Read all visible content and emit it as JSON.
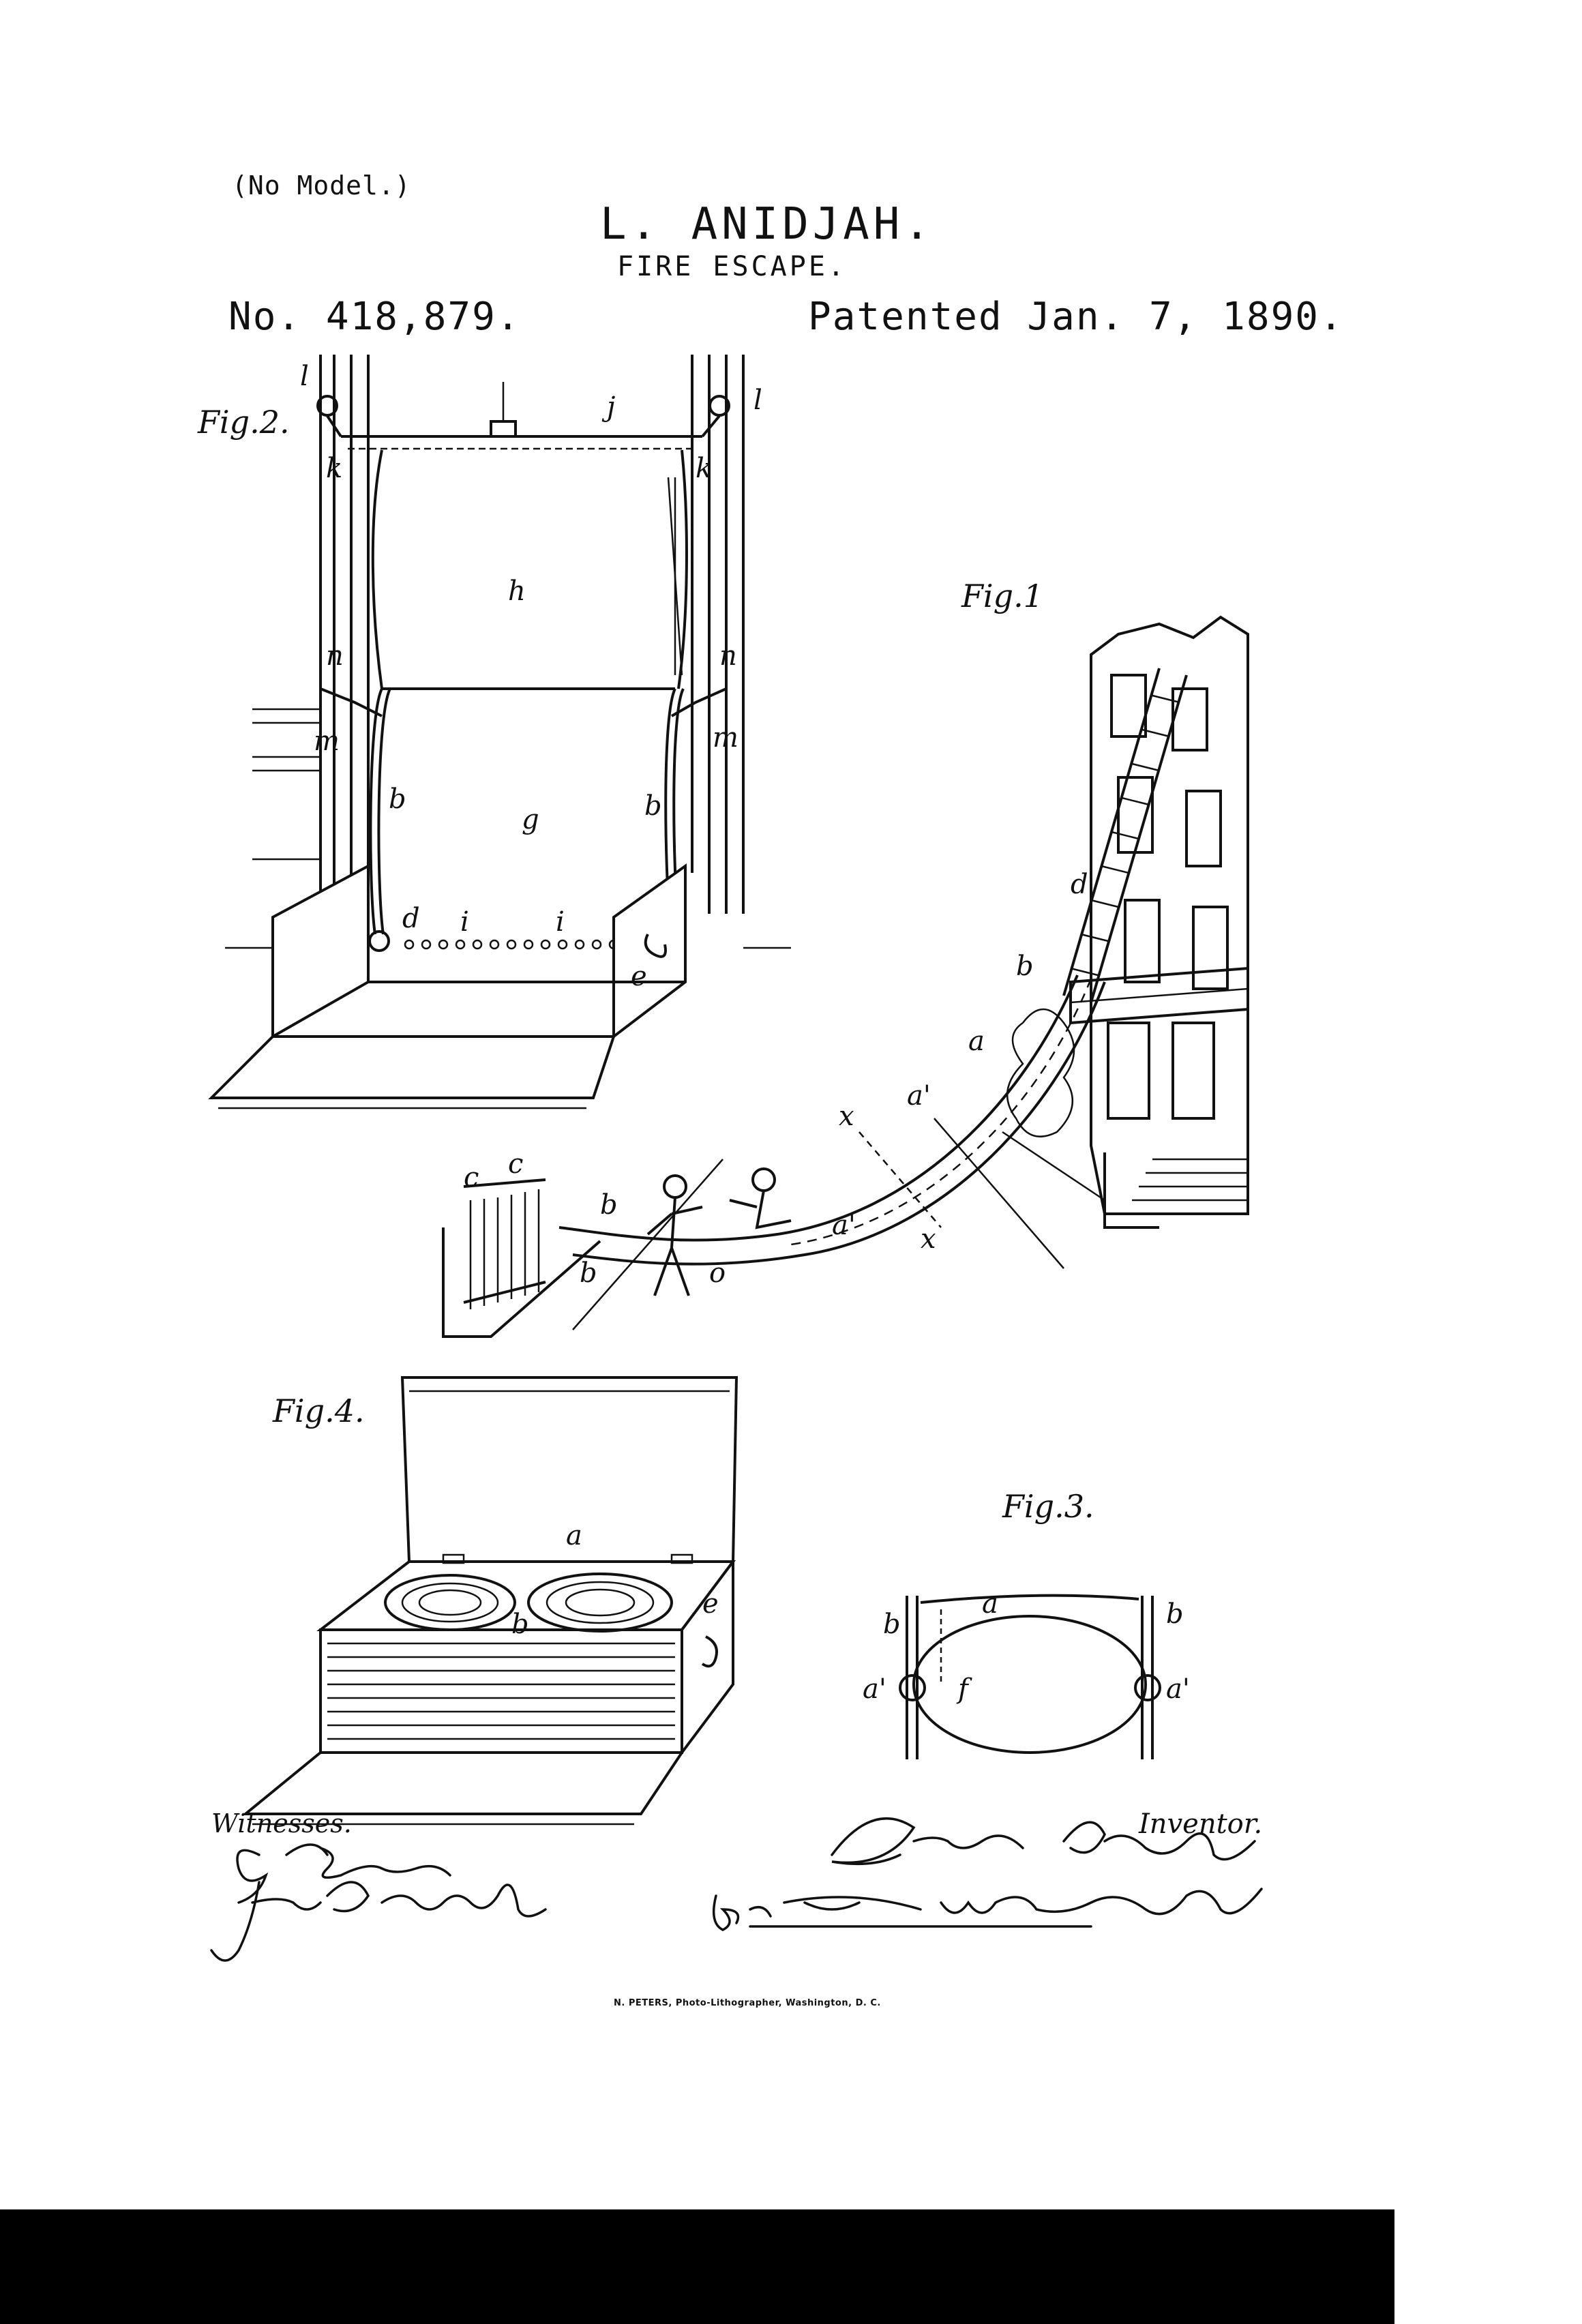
{
  "header": {
    "no_model": "(No Model.)",
    "inventor": "L. ANIDJAH.",
    "title": "FIRE ESCAPE.",
    "patent_no": "No. 418,879.",
    "patent_date": "Patented Jan. 7, 1890."
  },
  "figures": {
    "fig1": {
      "label": "Fig.1",
      "refs": [
        "a",
        "a'",
        "a'",
        "b",
        "b",
        "b",
        "c",
        "c",
        "x",
        "x",
        "o",
        "d"
      ]
    },
    "fig2": {
      "label": "Fig.2.",
      "refs": [
        "l",
        "l",
        "j",
        "k",
        "k",
        "h",
        "n",
        "n",
        "m",
        "m",
        "b",
        "b",
        "g",
        "d",
        "i",
        "i",
        "e"
      ]
    },
    "fig3": {
      "label": "Fig.3.",
      "refs": [
        "a",
        "b",
        "b",
        "a'",
        "a'",
        "f"
      ]
    },
    "fig4": {
      "label": "Fig.4.",
      "refs": [
        "a",
        "b",
        "e"
      ]
    }
  },
  "footer": {
    "witnesses_label": "Witnesses.",
    "inventor_label": "Inventor.",
    "witness_signatures": [
      "G. F. Redfern",
      "John E. Bousfield."
    ],
    "inventor_signature": "Lewis Anidjah",
    "attorney_signature": "By his Atty Whitaker & Prevost",
    "printer": "N. PETERS, Photo-Lithographer, Washington, D. C."
  },
  "colors": {
    "ink": "#111111",
    "paper": "#ffffff",
    "bar": "#000000"
  }
}
